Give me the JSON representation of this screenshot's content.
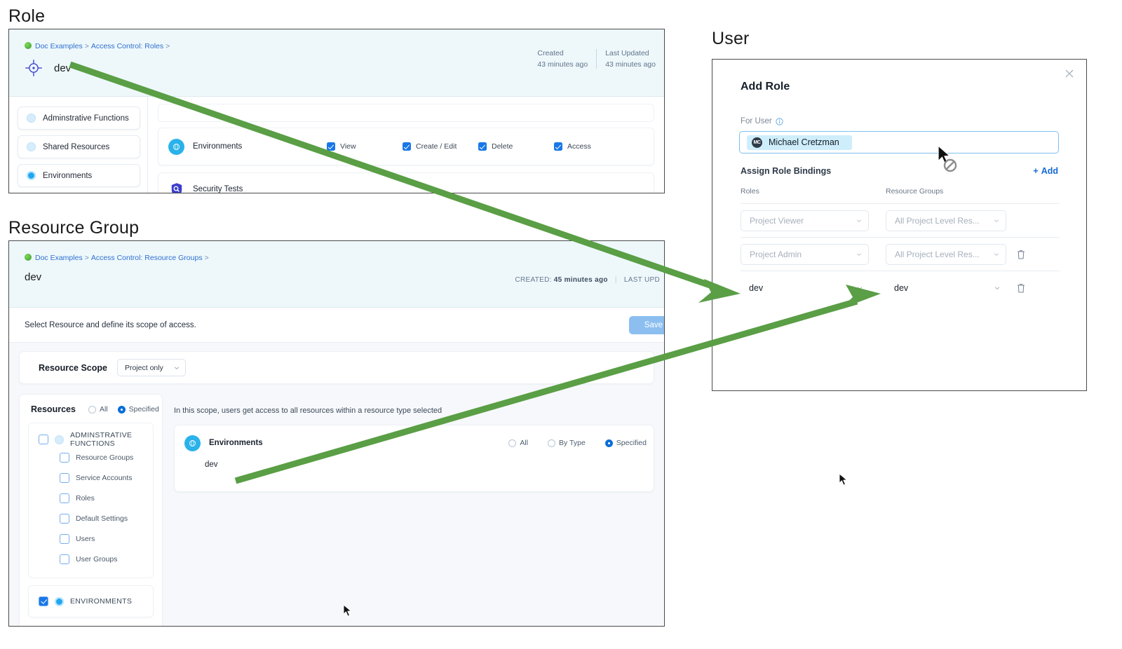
{
  "captions": {
    "role": "Role",
    "resource_group": "Resource Group",
    "user": "User"
  },
  "role_panel": {
    "breadcrumb": {
      "item1": "Doc Examples",
      "sep": ">",
      "item2": "Access Control: Roles",
      "sep2": ">"
    },
    "title": "dev",
    "meta": {
      "created_label": "Created",
      "created_value": "43 minutes ago",
      "updated_label": "Last Updated",
      "updated_value": "43 minutes ago"
    },
    "categories": [
      {
        "label": "Adminstrative Functions",
        "icon": "pale-dot-icon",
        "selected": false
      },
      {
        "label": "Shared Resources",
        "icon": "pale-dot-icon",
        "selected": false
      },
      {
        "label": "Environments",
        "icon": "solid-dot-icon",
        "selected": true
      }
    ],
    "permissions": [
      {
        "name": "Environments",
        "icon": "environments-icon",
        "checks": [
          {
            "label": "View",
            "checked": true
          },
          {
            "label": "Create / Edit",
            "checked": true
          },
          {
            "label": "Delete",
            "checked": true
          },
          {
            "label": "Access",
            "checked": true
          }
        ]
      },
      {
        "name": "Security Tests",
        "icon": "security-tests-icon",
        "checks": []
      }
    ]
  },
  "resource_group_panel": {
    "breadcrumb": {
      "item1": "Doc Examples",
      "sep": ">",
      "item2": "Access Control: Resource Groups",
      "sep2": ">"
    },
    "title": "dev",
    "meta": {
      "created_label": "CREATED:",
      "created_value": "45 minutes ago",
      "updated_label": "LAST UPD"
    },
    "subheader": {
      "text": "Select Resource and define its scope of access.",
      "save_label": "Save"
    },
    "resource_scope": {
      "label": "Resource Scope",
      "value": "Project only"
    },
    "resources": {
      "label": "Resources",
      "options": [
        {
          "label": "All",
          "selected": false
        },
        {
          "label": "Specified",
          "selected": true
        }
      ],
      "groups": [
        {
          "label": "ADMINSTRATIVE FUNCTIONS",
          "checked": false,
          "icon": "pale-dot-icon",
          "children": [
            {
              "label": "Resource Groups",
              "checked": false
            },
            {
              "label": "Service Accounts",
              "checked": false
            },
            {
              "label": "Roles",
              "checked": false
            },
            {
              "label": "Default Settings",
              "checked": false
            },
            {
              "label": "Users",
              "checked": false
            },
            {
              "label": "User Groups",
              "checked": false
            }
          ]
        },
        {
          "label": "ENVIRONMENTS",
          "checked": true,
          "icon": "solid-dot-icon",
          "children": []
        }
      ]
    },
    "scope_note": "In this scope, users get access to all resources within a resource type selected",
    "env_scope": {
      "name": "Environments",
      "icon": "environments-icon",
      "options": [
        {
          "label": "All",
          "selected": false
        },
        {
          "label": "By Type",
          "selected": false
        },
        {
          "label": "Specified",
          "selected": true
        }
      ],
      "items": [
        "dev"
      ]
    }
  },
  "user_panel": {
    "dialog_title": "Add Role",
    "close_label": "×",
    "for_user_label": "For User",
    "info_icon": "info-icon",
    "selected_user": {
      "name": "Michael Cretzman",
      "initials": "MC"
    },
    "bindings_label": "Assign Role Bindings",
    "add_label": "Add",
    "add_plus": "+",
    "table": {
      "headers": {
        "roles": "Roles",
        "resource_groups": "Resource Groups"
      },
      "rows": [
        {
          "role": "Project Viewer",
          "resource_group": "All Project Level Res...",
          "placeholder": true,
          "deletable": false
        },
        {
          "role": "Project Admin",
          "resource_group": "All Project Level Res...",
          "placeholder": true,
          "deletable": true
        },
        {
          "role": "dev",
          "resource_group": "dev",
          "placeholder": false,
          "deletable": true
        }
      ]
    }
  },
  "colors": {
    "arrow_green": "#5a9e45",
    "accent_blue": "#1877e8",
    "link_blue": "#2f6fd0",
    "header_bg": "#eef8fb",
    "cyan": "#2ab2ea",
    "indigo": "#3b3ecb"
  }
}
